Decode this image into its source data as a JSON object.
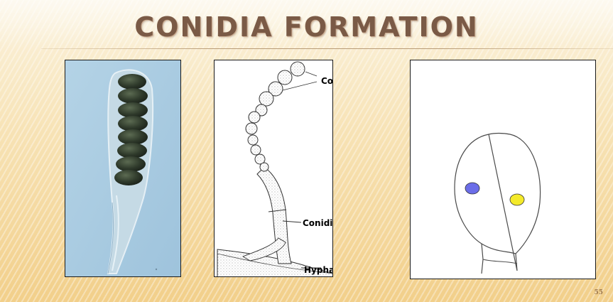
{
  "slide": {
    "title": "CONIDIA FORMATION",
    "page_number": "55"
  },
  "panels": {
    "micrograph": {},
    "drawing": {
      "labels": {
        "conidia": "Conidia",
        "conidiophore": "Conidiophore",
        "hypha": "Hypha"
      }
    },
    "diagram": {
      "dot_colors": {
        "left": "#6b6de8",
        "right": "#f4ea2a"
      }
    }
  },
  "colors": {
    "title": "#7a5a46",
    "background": "#f7e2b4"
  }
}
